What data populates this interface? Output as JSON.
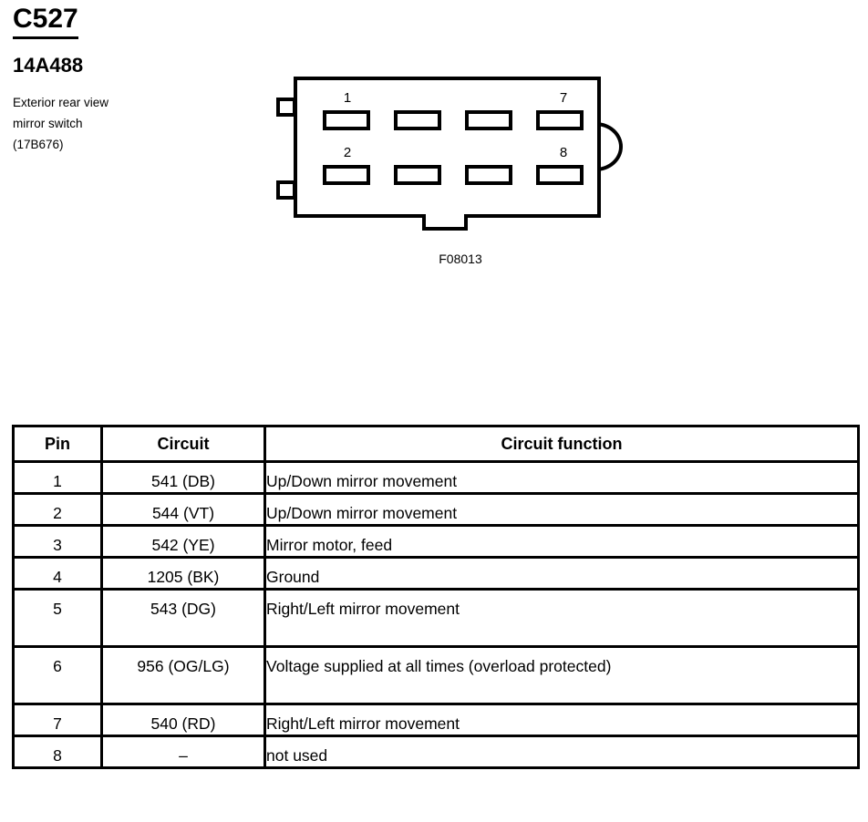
{
  "header": {
    "connector_id": "C527",
    "part_number": "14A488",
    "description_lines": [
      "Exterior rear view",
      "mirror switch",
      "(17B676)"
    ]
  },
  "diagram": {
    "caption": "F08013",
    "pin_labels": {
      "top_left": "1",
      "top_right": "7",
      "bottom_left": "2",
      "bottom_right": "8"
    },
    "cavity_count": 8,
    "rows": 2,
    "columns": 4,
    "features": [
      "left-upper-tab",
      "left-lower-tab",
      "right-latch-loop",
      "bottom-keyway"
    ]
  },
  "table": {
    "headers": [
      "Pin",
      "Circuit",
      "Circuit function"
    ],
    "rows": [
      {
        "pin": "1",
        "circuit": "541 (DB)",
        "function": "Up/Down mirror movement",
        "tall": false
      },
      {
        "pin": "2",
        "circuit": "544 (VT)",
        "function": "Up/Down mirror movement",
        "tall": false
      },
      {
        "pin": "3",
        "circuit": "542 (YE)",
        "function": "Mirror motor, feed",
        "tall": false
      },
      {
        "pin": "4",
        "circuit": "1205 (BK)",
        "function": "Ground",
        "tall": false
      },
      {
        "pin": "5",
        "circuit": "543 (DG)",
        "function": "Right/Left mirror movement",
        "tall": true
      },
      {
        "pin": "6",
        "circuit": "956 (OG/LG)",
        "function": "Voltage supplied at all times (overload protected)",
        "tall": true
      },
      {
        "pin": "7",
        "circuit": "540 (RD)",
        "function": "Right/Left mirror movement",
        "tall": false
      },
      {
        "pin": "8",
        "circuit": "–",
        "function": "not used",
        "tall": false
      }
    ]
  },
  "colors": {
    "ink": "#000000",
    "paper": "#ffffff"
  }
}
